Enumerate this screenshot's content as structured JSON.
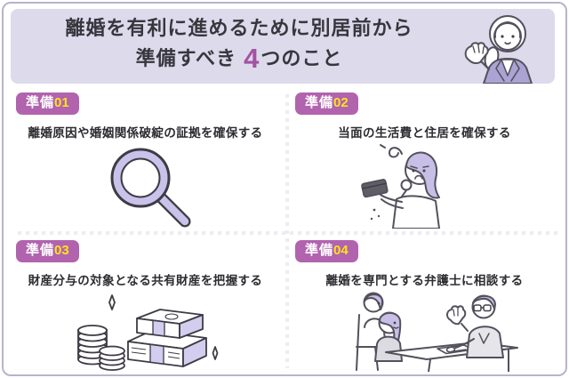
{
  "header": {
    "title_line1": "離婚を有利に進めるために別居前から",
    "title_line2_prefix": "準備すべき",
    "title_line2_highlight": "4",
    "title_line2_suffix": "つのこと",
    "illustration": "woman-greeting-icon"
  },
  "cards": [
    {
      "badge_label": "準備",
      "badge_number": "01",
      "text": "離婚原因や婚姻関係破綻の証拠を確保する",
      "icon": "magnifier-icon"
    },
    {
      "badge_label": "準備",
      "badge_number": "02",
      "text": "当面の生活費と住居を確保する",
      "icon": "worried-woman-empty-wallet-icon"
    },
    {
      "badge_label": "準備",
      "badge_number": "03",
      "text": "財産分与の対象となる共有財産を把握する",
      "icon": "money-stacks-icon"
    },
    {
      "badge_label": "準備",
      "badge_number": "04",
      "text": "離婚を専門とする弁護士に相談する",
      "icon": "lawyer-consultation-icon"
    }
  ],
  "colors": {
    "accent": "#a253a2",
    "badge-bg": "#b163ae",
    "badge-num": "#ffe11a",
    "header-bg": "#dcdaeb",
    "card-border": "#b7b3cd"
  }
}
